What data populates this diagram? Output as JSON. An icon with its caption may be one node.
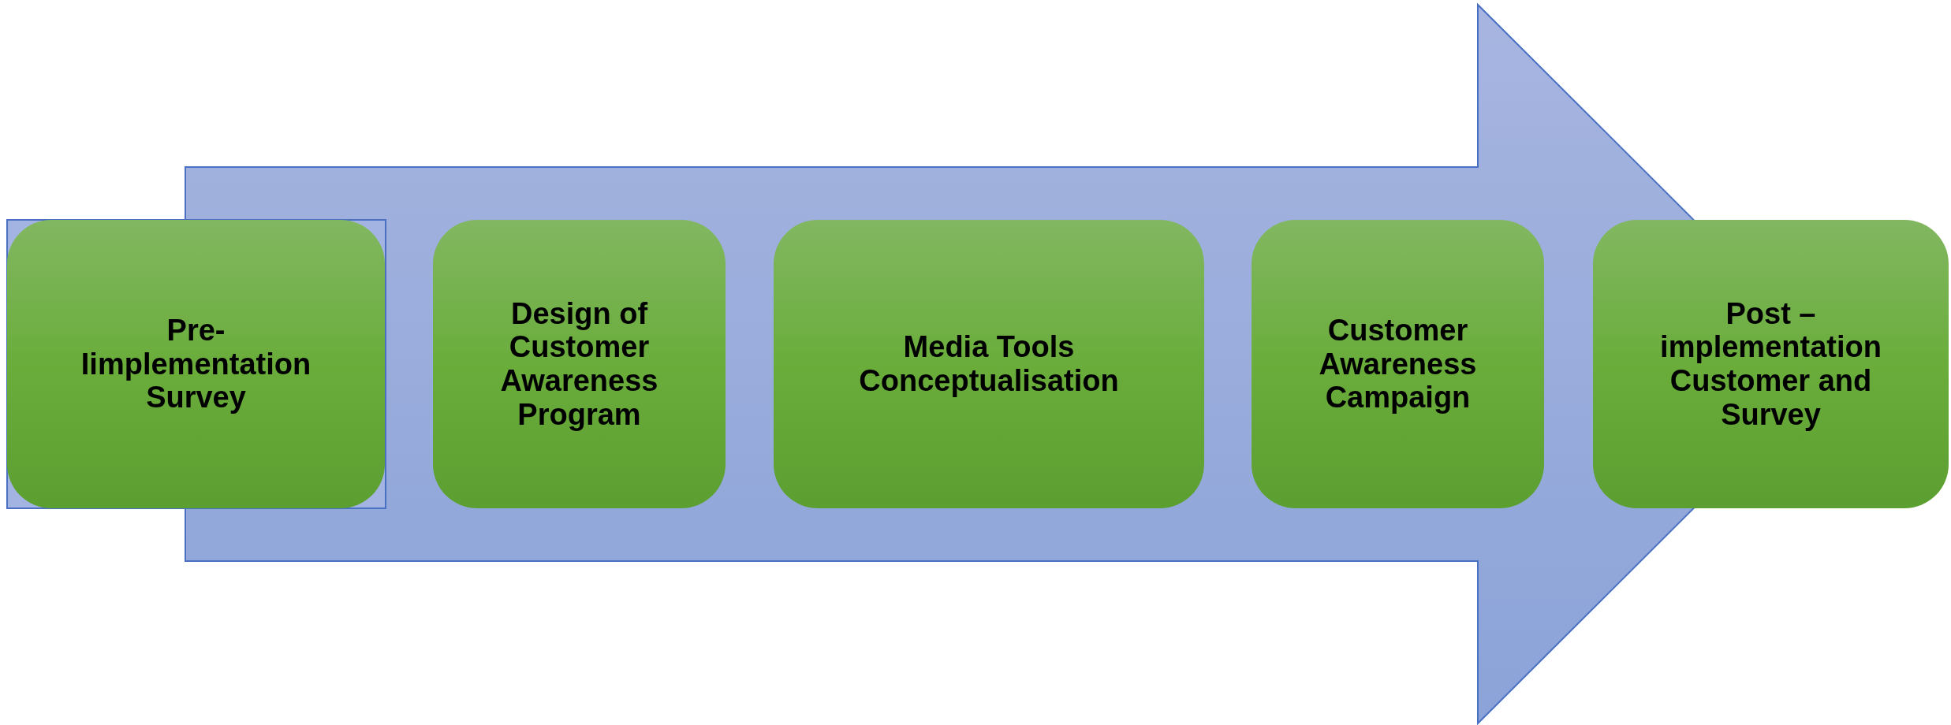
{
  "diagram": {
    "nodes": [
      {
        "text": [
          "Pre- Iimplementation Survey"
        ]
      },
      {
        "text": [
          "Design of Customer Awareness Program"
        ]
      },
      {
        "text": [
          "Media Tools Conceptualisation"
        ]
      },
      {
        "text": [
          "Customer Awareness Campaign"
        ]
      },
      {
        "text": [
          "Post – implementation Customer and Survey"
        ]
      }
    ],
    "edges": [
      {
        "from": 0,
        "to": 4,
        "arrow": "to",
        "style": "thick"
      }
    ]
  }
}
